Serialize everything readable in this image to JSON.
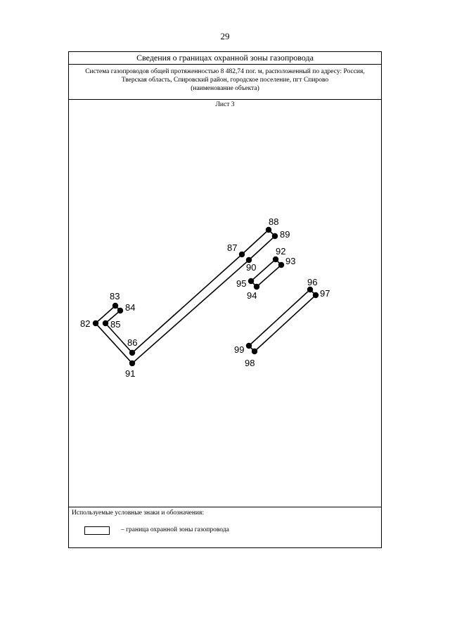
{
  "page_number": "29",
  "header": {
    "title": "Сведения о границах охранной зоны газопровода",
    "object_line1": "Система газопроводов общей протяженностью 8 482,74 пог. м, расположенный по адресу: Россия,",
    "object_line2": "Тверская область, Спировский район, городское поселение, пгт Спирово",
    "object_caption": "(наименование объекта)"
  },
  "sheet_label": "Лист 3",
  "plan": {
    "points": [
      {
        "id": "82",
        "label": "82"
      },
      {
        "id": "83",
        "label": "83"
      },
      {
        "id": "84",
        "label": "84"
      },
      {
        "id": "85",
        "label": "85"
      },
      {
        "id": "86",
        "label": "86"
      },
      {
        "id": "87",
        "label": "87"
      },
      {
        "id": "88",
        "label": "88"
      },
      {
        "id": "89",
        "label": "89"
      },
      {
        "id": "90",
        "label": "90"
      },
      {
        "id": "91",
        "label": "91"
      },
      {
        "id": "92",
        "label": "92"
      },
      {
        "id": "93",
        "label": "93"
      },
      {
        "id": "94",
        "label": "94"
      },
      {
        "id": "95",
        "label": "95"
      },
      {
        "id": "96",
        "label": "96"
      },
      {
        "id": "97",
        "label": "97"
      },
      {
        "id": "98",
        "label": "98"
      },
      {
        "id": "99",
        "label": "99"
      }
    ],
    "line_color": "#000000"
  },
  "legend": {
    "title": "Используемые условные знаки и обозначения:",
    "item_text": "–  граница охранной зоны газопровода"
  }
}
